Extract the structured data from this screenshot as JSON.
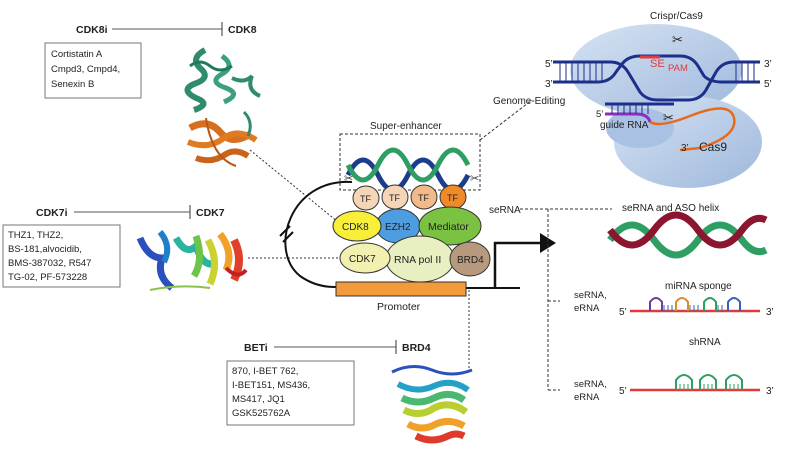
{
  "inhibitors": {
    "cdk8": {
      "inhibitor_label": "CDK8i",
      "target_label": "CDK8",
      "compounds": [
        "Cortistatin A",
        "Cmpd3, Cmpd4,",
        "Senexin B"
      ]
    },
    "cdk7": {
      "inhibitor_label": "CDK7i",
      "target_label": "CDK7",
      "compounds": [
        "THZ1, THZ2,",
        "BS-181,alvocidib,",
        "BMS-387032, R547",
        "TG-02, PF-573228"
      ]
    },
    "brd4": {
      "inhibitor_label": "BETi",
      "target_label": "BRD4",
      "compounds": [
        "870, I-BET 762,",
        "I-BET151, MS436,",
        "MS417, JQ1",
        "GSK525762A"
      ]
    }
  },
  "complex": {
    "super_enhancer_label": "Super-enhancer",
    "tf_labels": [
      "TF",
      "TF",
      "TF",
      "TF"
    ],
    "cdk8": "CDK8",
    "ezh2": "EZH2",
    "mediator": "Mediator",
    "cdk7": "CDK7",
    "rnapol": "RNA pol II",
    "brd4": "BRD4",
    "promoter": "Promoter",
    "serna": "seRNA"
  },
  "crispr": {
    "title": "Crispr/Cas9",
    "genome_editing": "Genome-Editing",
    "se": "SE",
    "pam": "PAM",
    "guide_rna": "guide RNA",
    "cas9": "Cas9",
    "five_prime": "5’",
    "three_prime": "3’"
  },
  "therapies": {
    "aso_label": "seRNA and ASO helix",
    "mirna_label": "miRNA  sponge",
    "shrna_label": "shRNA",
    "serna_erna_1": [
      "seRNA,",
      "eRNA"
    ],
    "serna_erna_2": [
      "seRNA,",
      "eRNA"
    ],
    "five_prime": "5’",
    "three_prime": "3’"
  },
  "colors": {
    "tf_fill": "#f5d5b8",
    "tf_orange": "#f08a28",
    "cdk8_yellow": "#f7ef3a",
    "ezh2_blue": "#4d9de0",
    "mediator_green": "#7cc242",
    "pol_fill": "#e8efc0",
    "brd4_fill": "#b79a7e",
    "promoter_fill": "#f39a3a",
    "cas9_blue": "#b8cde8",
    "dna_navy": "#22337a",
    "rna_red": "#e03a3a",
    "aso_green": "#2e9e63",
    "aso_maroon": "#8c1530"
  }
}
